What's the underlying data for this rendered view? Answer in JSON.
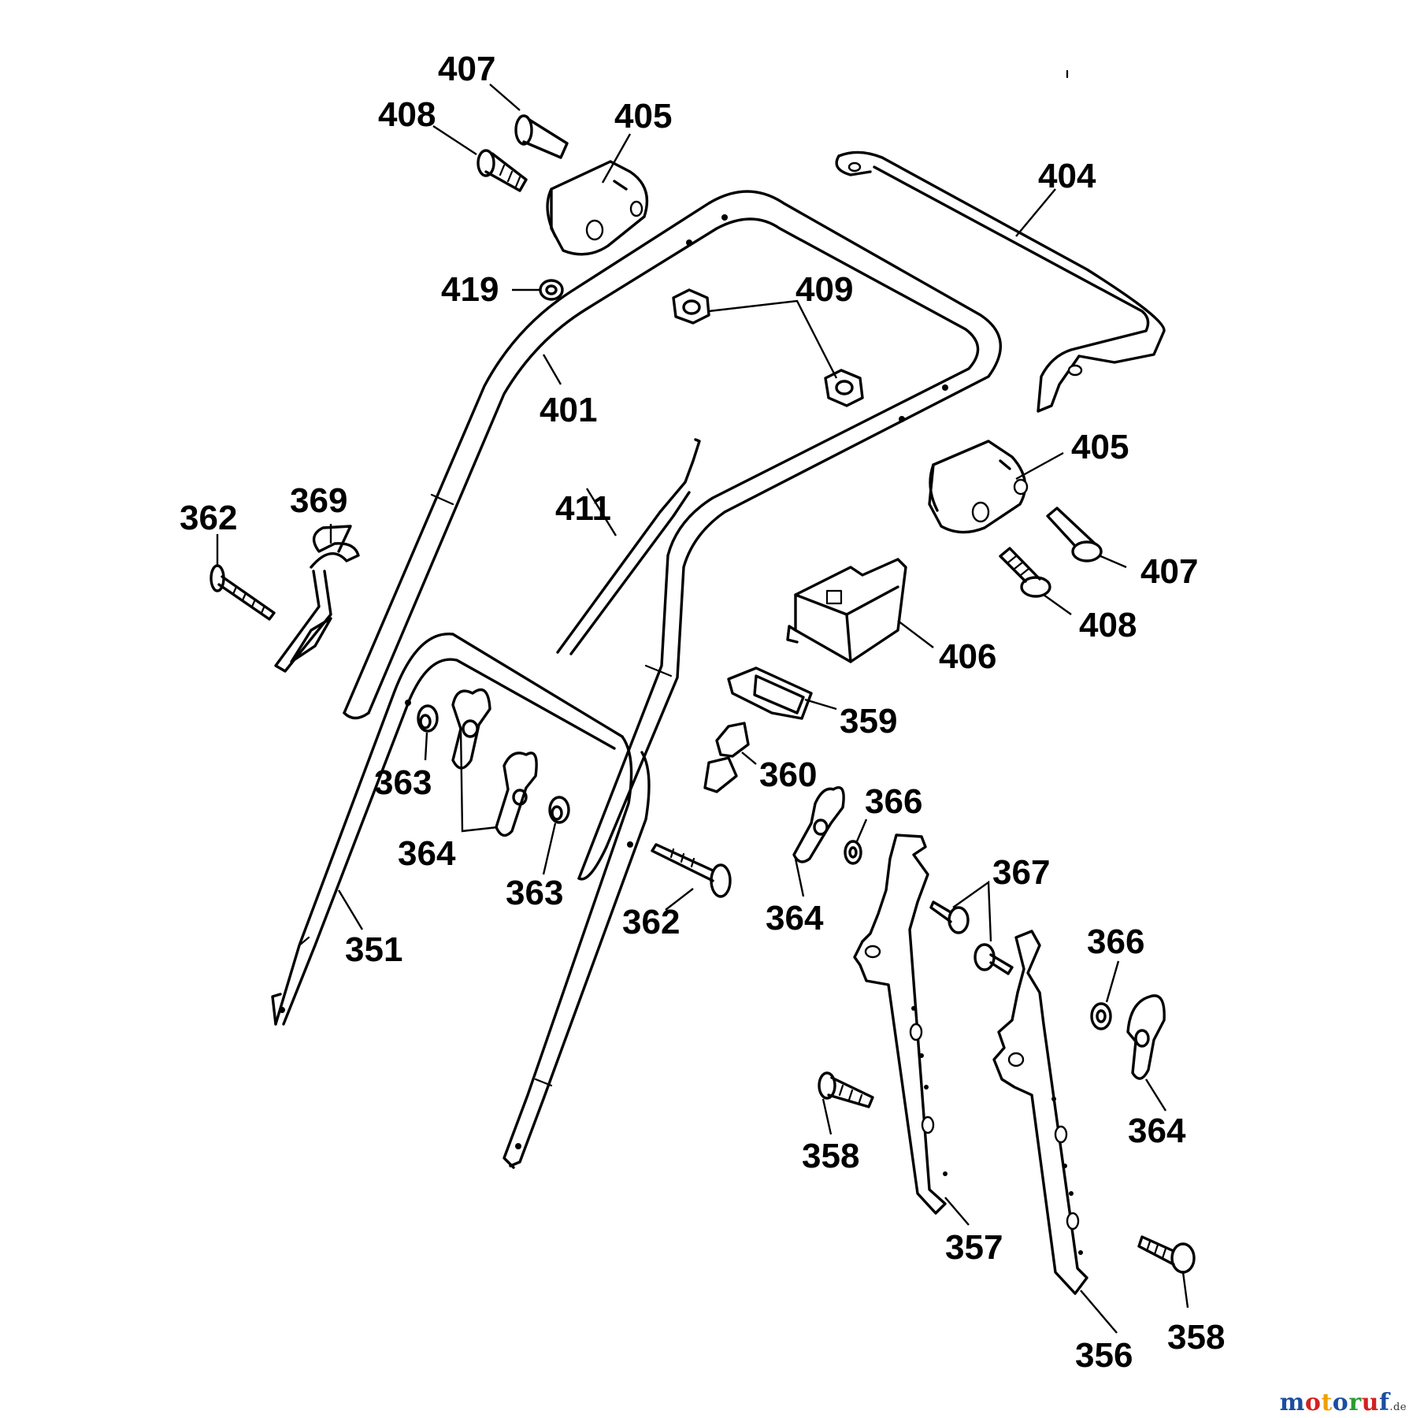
{
  "labels": {
    "p407a": "407",
    "p408a": "408",
    "p405a": "405",
    "p404": "404",
    "p419": "419",
    "p409": "409",
    "p401": "401",
    "p405b": "405",
    "p411": "411",
    "p362a": "362",
    "p369": "369",
    "p407b": "407",
    "p408b": "408",
    "p406": "406",
    "p359": "359",
    "p360": "360",
    "p363a": "363",
    "p366a": "366",
    "p364a": "364",
    "p367": "367",
    "p363b": "363",
    "p362b": "362",
    "p364b": "364",
    "p351": "351",
    "p366b": "366",
    "p364c": "364",
    "p358a": "358",
    "p357": "357",
    "p356": "356",
    "p358b": "358"
  },
  "watermark": {
    "letters": [
      "m",
      "o",
      "t",
      "o",
      "r",
      "u",
      "f"
    ],
    "colors": [
      "#1a4fa0",
      "#d42020",
      "#f0a000",
      "#1a4fa0",
      "#2a9a30",
      "#d42020",
      "#1a4fa0"
    ],
    "tld": ".de"
  }
}
